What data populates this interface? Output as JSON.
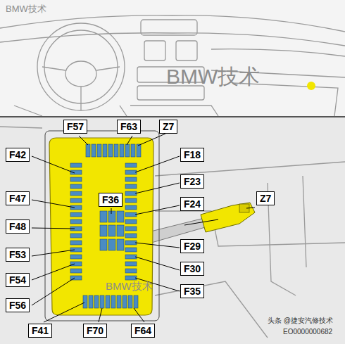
{
  "diagram": {
    "labels": [
      "BMW技术",
      "BMW技术",
      "F57",
      "F63",
      "Z7",
      "F42",
      "F18",
      "F23",
      "F47",
      "F24",
      "F36",
      "F48",
      "F29",
      "F53",
      "F30",
      "F54",
      "F35",
      "F56",
      "F41",
      "F70",
      "F64",
      "Z7",
      "BMW技术",
      "头条 @捷安汽修技术",
      "EO0000000682"
    ]
  }
}
